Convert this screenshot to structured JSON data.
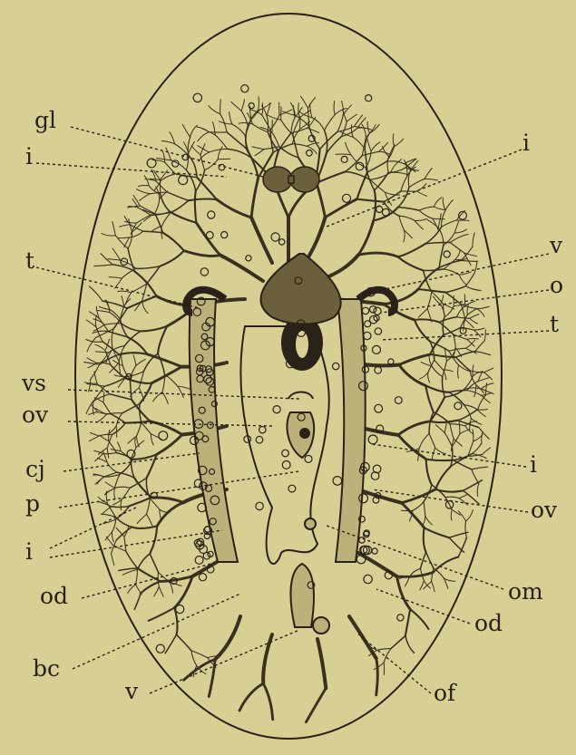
{
  "figure": {
    "labels": {
      "gl": "gl",
      "i_top_left": "i",
      "i_top_right": "i",
      "t_left": "t",
      "v_right": "v",
      "o_right": "o",
      "t_right": "t",
      "vs": "vs",
      "ov_left": "ov",
      "i_mid_right": "i",
      "cj": "cj",
      "ov_right": "ov",
      "p": "p",
      "i_bottom_left": "i",
      "om": "om",
      "od_left": "od",
      "od_right": "od",
      "bc": "bc",
      "v_bottom": "v",
      "of": "of"
    },
    "colors": {
      "paper": "#d8cf94",
      "ink": "#2a2218",
      "organ_fill": "#bdb17a",
      "ganglion_fill": "#6b5f3c"
    }
  }
}
